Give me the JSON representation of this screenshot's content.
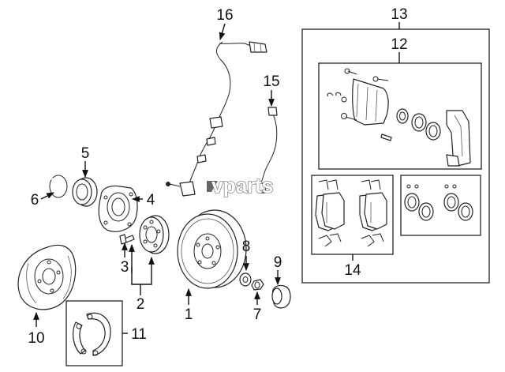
{
  "watermark": "vparts",
  "callouts": [
    "1",
    "2",
    "3",
    "4",
    "5",
    "6",
    "7",
    "8",
    "9",
    "10",
    "11",
    "12",
    "13",
    "14",
    "15",
    "16"
  ],
  "colors": {
    "line": "#222222",
    "background": "#ffffff"
  }
}
